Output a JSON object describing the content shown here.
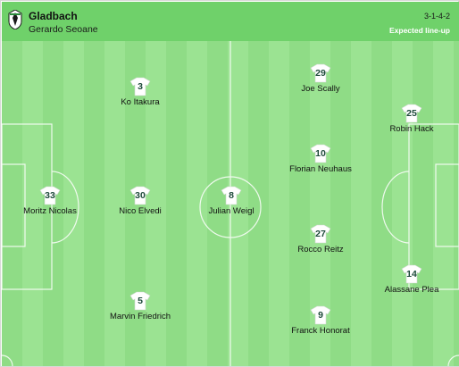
{
  "header": {
    "team": "Gladbach",
    "coach": "Gerardo Seoane",
    "formation": "3-1-4-2",
    "status": "Expected line-up"
  },
  "colors": {
    "pitch_dark": "#8fdc86",
    "pitch_light": "#9be392",
    "header": "#6fd16a",
    "lines": "#ffffff",
    "number": "#1d4a3a"
  },
  "players": [
    {
      "number": "33",
      "name": "Moritz Nicolas"
    },
    {
      "number": "3",
      "name": "Ko Itakura"
    },
    {
      "number": "30",
      "name": "Nico Elvedi"
    },
    {
      "number": "5",
      "name": "Marvin Friedrich"
    },
    {
      "number": "8",
      "name": "Julian Weigl"
    },
    {
      "number": "29",
      "name": "Joe Scally"
    },
    {
      "number": "10",
      "name": "Florian Neuhaus"
    },
    {
      "number": "27",
      "name": "Rocco Reitz"
    },
    {
      "number": "9",
      "name": "Franck Honorat"
    },
    {
      "number": "25",
      "name": "Robin Hack"
    },
    {
      "number": "14",
      "name": "Alassane Plea"
    }
  ]
}
